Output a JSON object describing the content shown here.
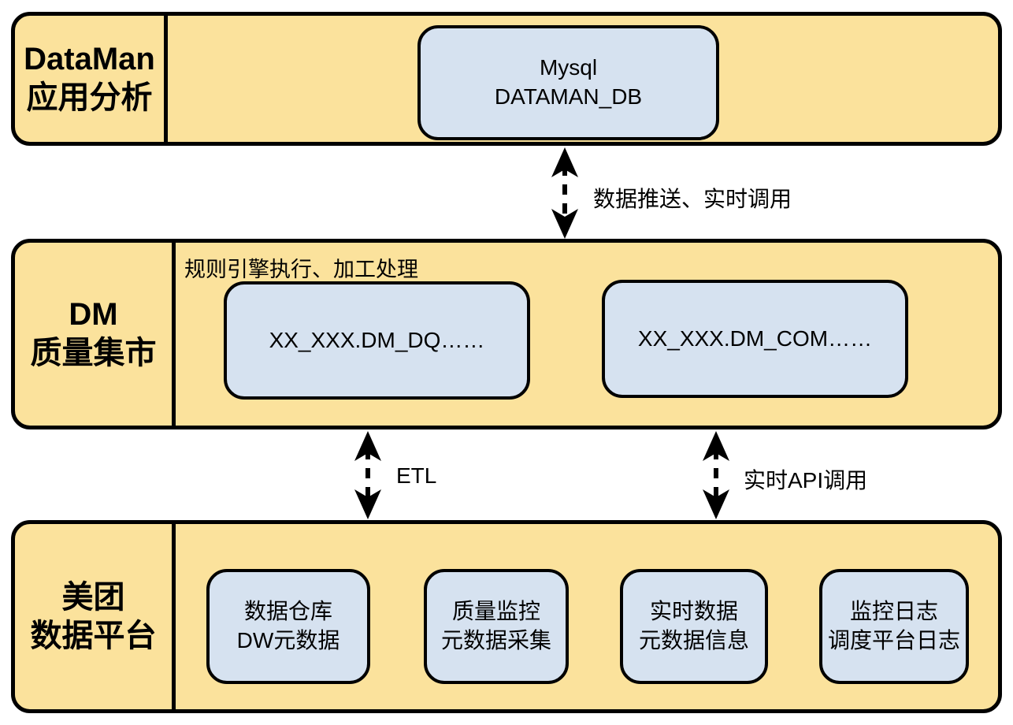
{
  "colors": {
    "band_fill": "#FBE29C",
    "node_fill": "#D6E2F0",
    "stroke": "#000000"
  },
  "layers": [
    {
      "id": "dataman-analysis",
      "title1": "DataMan",
      "title2": "应用分析",
      "nodes": [
        {
          "line1": "Mysql",
          "line2": "DATAMAN_DB"
        }
      ]
    },
    {
      "id": "dm-quality-mart",
      "title1": "DM",
      "title2": "质量集市",
      "note": "规则引擎执行、加工处理",
      "nodes": [
        {
          "line1": "XX_XXX.DM_DQ……"
        },
        {
          "line1": "XX_XXX.DM_COM……"
        }
      ]
    },
    {
      "id": "meituan-data-platform",
      "title1": "美团",
      "title2": "数据平台",
      "nodes": [
        {
          "line1": "数据仓库",
          "line2": "DW元数据"
        },
        {
          "line1": "质量监控",
          "line2": "元数据采集"
        },
        {
          "line1": "实时数据",
          "line2": "元数据信息"
        },
        {
          "line1": "监控日志",
          "line2": "调度平台日志"
        }
      ]
    }
  ],
  "connectors": [
    {
      "label": "数据推送、实时调用"
    },
    {
      "label": "ETL"
    },
    {
      "label": "实时API调用"
    }
  ]
}
